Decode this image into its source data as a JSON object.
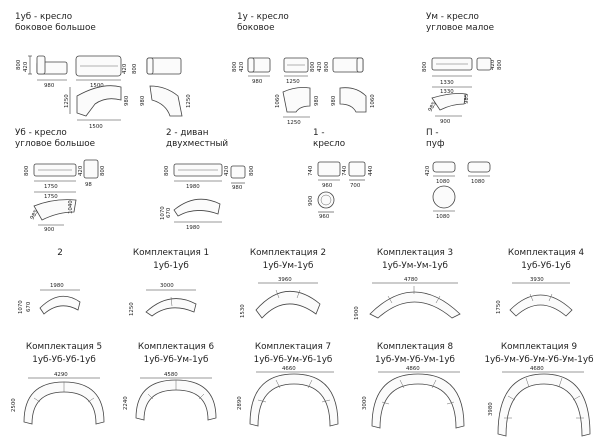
{
  "modules": [
    {
      "title": "1уб - кресло",
      "subtitle": "боковое большое",
      "dims": {
        "h_left": "800",
        "h_mid": "420",
        "w_small": "980",
        "w_top": "1500",
        "h_r1": "420",
        "h_r2": "800",
        "h_plan": "1250",
        "d_plan": "980",
        "w_plan": "1500",
        "d_plan2": "980",
        "h_plan2": "1250"
      }
    },
    {
      "title": "1у - кресло",
      "subtitle": "боковое",
      "dims": {
        "h1": "800",
        "h2": "420",
        "w1": "980",
        "h3": "800",
        "h4": "420",
        "h5": "800",
        "w2": "1250",
        "h_plan": "1060",
        "d1": "980",
        "w_plan": "1250",
        "d2": "980",
        "h_plan2": "1060"
      }
    },
    {
      "title": "Ум - кресло",
      "subtitle": "угловое малое",
      "dims": {
        "h1": "800",
        "w_top": "1330",
        "h2": "420",
        "h3": "800",
        "w_plan": "1330",
        "d1": "985",
        "d2": "985",
        "w_bot": "900"
      }
    },
    {
      "title": "Уб - кресло",
      "subtitle": "угловое большое",
      "dims": {
        "h1": "800",
        "w1": "1750",
        "h2": "420",
        "h3": "800",
        "d1": "98",
        "w_plan": "1750",
        "d_plan": "985",
        "h_plan": "1040",
        "w_bot": "900"
      }
    },
    {
      "title": "2 - диван",
      "subtitle": "двухместный",
      "dims": {
        "h1": "800",
        "w1": "1980",
        "h2": "420",
        "h3": "800",
        "w2": "980",
        "h_plan": "1070",
        "d_plan": "670",
        "w_plan": "1980"
      }
    },
    {
      "title": "1 -",
      "subtitle": "кресло",
      "dims": {
        "h1": "740",
        "w1": "960",
        "h2": "740",
        "w2": "700",
        "h3": "440",
        "h_plan": "900",
        "w_plan": "960"
      }
    },
    {
      "title": "П -",
      "subtitle": "пуф",
      "dims": {
        "h1": "420",
        "w1": "1080",
        "w2": "1080",
        "w3": "1080"
      }
    }
  ],
  "sets": [
    {
      "title": "",
      "code": "2",
      "width": "1980",
      "height": "1070",
      "depth": "670"
    },
    {
      "title": "Комплектация 1",
      "code": "1уб-1уб",
      "width": "3000",
      "height": "1250"
    },
    {
      "title": "Комплектация 2",
      "code": "1уб-Ум-1уб",
      "width": "3960",
      "height": "1530"
    },
    {
      "title": "Комплектация 3",
      "code": "1уб-Ум-Ум-1уб",
      "width": "4780",
      "height": "1900"
    },
    {
      "title": "Комплектация 4",
      "code": "1уб-Уб-1уб",
      "width": "3930",
      "height": "1750"
    },
    {
      "title": "Комплектация 5",
      "code": "1уб-Уб-Уб-1уб",
      "width": "4290",
      "height": "2500"
    },
    {
      "title": "Комплектация 6",
      "code": "1уб-Уб-Ум-1уб",
      "width": "4580",
      "height": "2240"
    },
    {
      "title": "Комплектация 7",
      "code": "1уб-Уб-Ум-Уб-1уб",
      "width": "4660",
      "height": "2890"
    },
    {
      "title": "Комплектация 8",
      "code": "1уб-Ум-Уб-Ум-1уб",
      "width": "4860",
      "height": "3000"
    },
    {
      "title": "Комплектация 9",
      "code": "1уб-Ум-Уб-Ум-Уб-Ум-1уб",
      "width": "4680",
      "height": "3980"
    }
  ]
}
